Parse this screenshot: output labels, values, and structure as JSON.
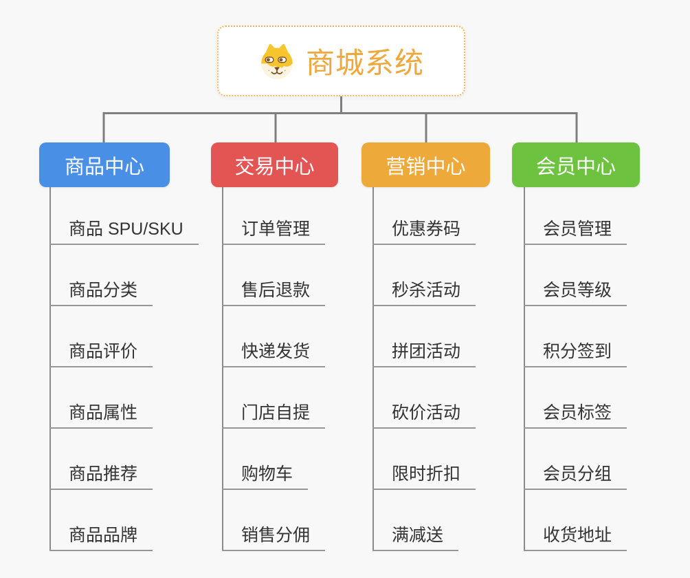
{
  "root": {
    "title": "商城系统",
    "icon": "dog-face-icon"
  },
  "branches": [
    {
      "label": "商品中心",
      "color": "#4A8FE6",
      "items": [
        "商品 SPU/SKU",
        "商品分类",
        "商品评价",
        "商品属性",
        "商品推荐",
        "商品品牌"
      ]
    },
    {
      "label": "交易中心",
      "color": "#E25553",
      "items": [
        "订单管理",
        "售后退款",
        "快递发货",
        "门店自提",
        "购物车",
        "销售分佣"
      ]
    },
    {
      "label": "营销中心",
      "color": "#EDA93A",
      "items": [
        "优惠券码",
        "秒杀活动",
        "拼团活动",
        "砍价活动",
        "限时折扣",
        "满减送"
      ]
    },
    {
      "label": "会员中心",
      "color": "#6DC23F",
      "items": [
        "会员管理",
        "会员等级",
        "积分签到",
        "会员标签",
        "会员分组",
        "收货地址"
      ]
    }
  ],
  "colors": {
    "background": "#F8F8F8",
    "connector_line": "#7E7E7E",
    "branch_line": "#8A8A8A",
    "item_underline": "#969696",
    "root_border": "#F4B45C",
    "root_title": "#EFA83E",
    "item_text": "#333333",
    "header_text": "#FFFFFF"
  }
}
